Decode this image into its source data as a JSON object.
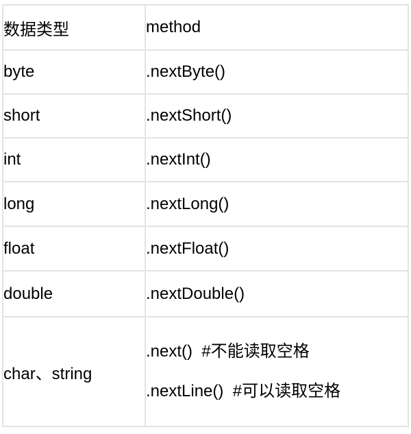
{
  "page": {
    "background_color": "#ffffff"
  },
  "table": {
    "border_color": "#e3e3e3",
    "text_color": "#000000",
    "header": {
      "col_type": "数据类型",
      "col_method": "method"
    },
    "rows": [
      {
        "type": "byte",
        "methods": [
          ".nextByte()"
        ]
      },
      {
        "type": "short",
        "methods": [
          ".nextShort()"
        ]
      },
      {
        "type": "int",
        "methods": [
          ".nextInt()"
        ]
      },
      {
        "type": "long",
        "methods": [
          ".nextLong()"
        ]
      },
      {
        "type": "float",
        "methods": [
          ".nextFloat()"
        ]
      },
      {
        "type": "double",
        "methods": [
          ".nextDouble()"
        ]
      },
      {
        "type": "char、string",
        "methods": [
          ".next()  #不能读取空格",
          ".nextLine()  #可以读取空格"
        ]
      }
    ]
  }
}
